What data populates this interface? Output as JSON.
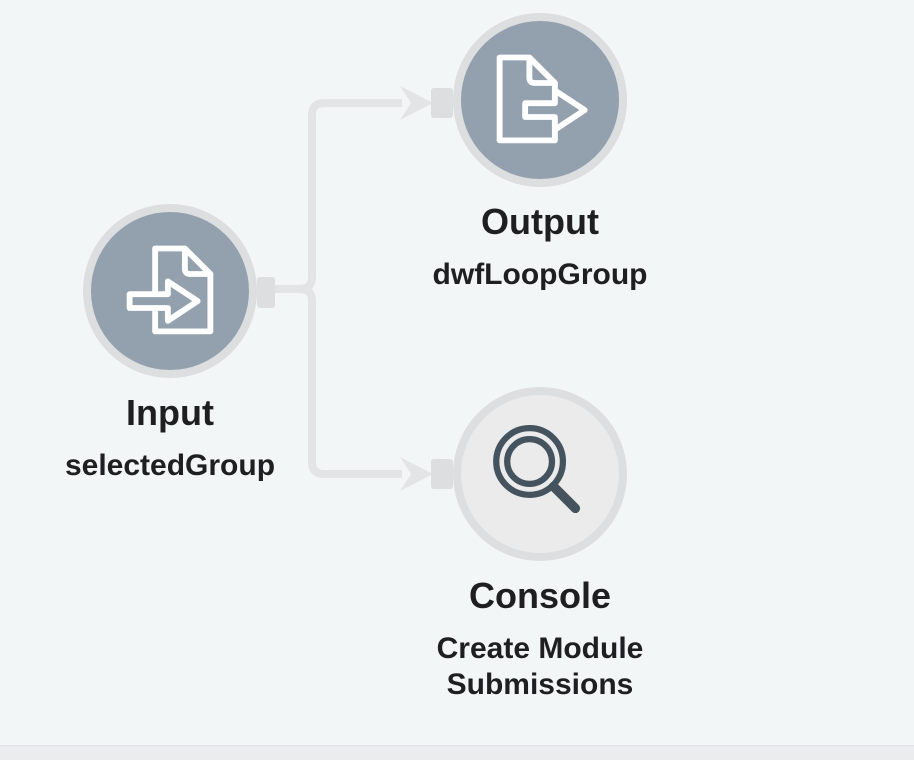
{
  "app": {
    "name": "workflow-canvas"
  },
  "colors": {
    "background": "#f2f6f7",
    "bottom_bar": "#eaecee",
    "bottom_bar_border": "#dfe2e4",
    "connector": "#e2e4e6",
    "stub": "#dcdee0",
    "node_ring": "#dcdedf",
    "node_fill_slate": "#92a1ad",
    "node_fill_light": "#ebebec",
    "icon_white": "#ffffff",
    "icon_dark": "#44535d",
    "text": "#1e1f21"
  },
  "nodes": [
    {
      "id": "input",
      "title": "Input",
      "subtitle": "selectedGroup",
      "icon": "document-import-icon",
      "variant": "slate"
    },
    {
      "id": "output",
      "title": "Output",
      "subtitle": "dwfLoopGroup",
      "icon": "document-export-icon",
      "variant": "slate"
    },
    {
      "id": "console",
      "title": "Console",
      "subtitle": "Create Module Submissions",
      "icon": "magnifier-icon",
      "variant": "light"
    }
  ],
  "connections": [
    {
      "from": "input",
      "to": "output"
    },
    {
      "from": "input",
      "to": "console"
    }
  ]
}
